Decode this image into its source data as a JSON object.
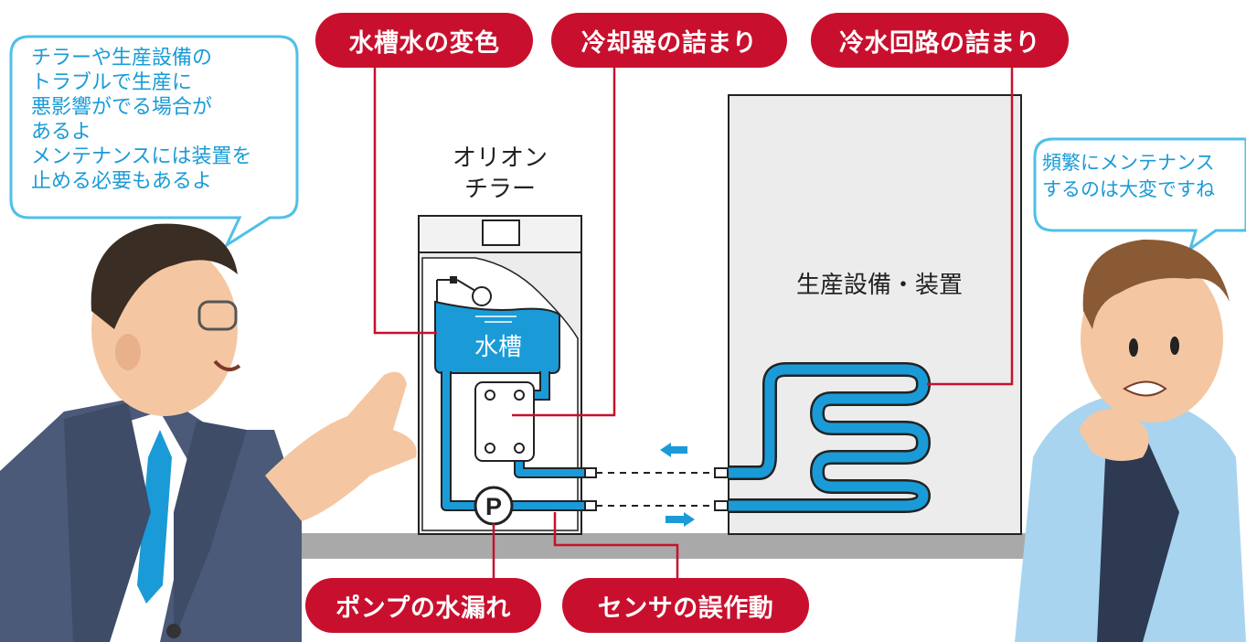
{
  "labels": {
    "water_discoloration": "水槽水の変色",
    "cooler_clog": "冷却器の詰まり",
    "circuit_clog": "冷水回路の詰まり",
    "pump_leak": "ポンプの水漏れ",
    "sensor_malfunction": "センサの誤作動"
  },
  "chiller": {
    "name": "オリオン\nチラー",
    "tank_label": "水槽",
    "pump_symbol": "P"
  },
  "equipment": {
    "name": "生産設備・装置"
  },
  "speech": {
    "left": "チラーや生産設備の\nトラブルで生産に\n悪影響がでる場合が\nあるよ\nメンテナンスには装置を\n止める必要もあるよ",
    "right": "頻繁にメンテナンス\nするのは大変ですね"
  },
  "colors": {
    "label_red": "#c8102e",
    "pipe_blue": "#1a9bd7",
    "speech_border": "#4fc0e8",
    "floor_gray": "#a9a9a9",
    "box_fill": "#ececec"
  }
}
